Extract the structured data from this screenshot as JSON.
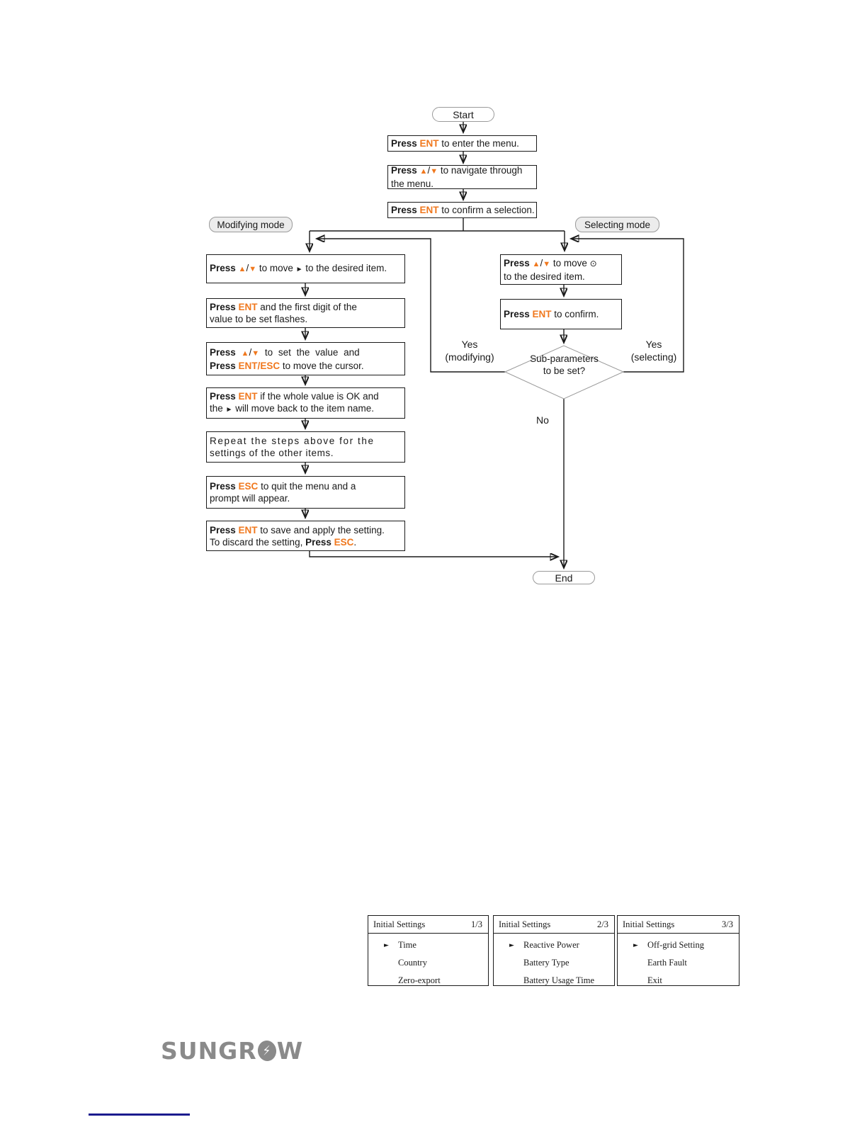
{
  "palette": {
    "accent_orange": "#F0781E",
    "line_black": "#1a1a1a",
    "logo_gray": "#8A8A8A",
    "footer_line_blue": "#1b1b8e"
  },
  "icons": {
    "selection_pointer": "►",
    "lightning_bolt": "⚡"
  },
  "flowchart": {
    "start_label": "Start",
    "end_label": "End",
    "modifying_mode_label": "Modifying mode",
    "selecting_mode_label": "Selecting mode",
    "decision": {
      "line1": "Sub-parameters",
      "line2": "to be set?"
    },
    "branch_labels": {
      "yes_modifying_line1": "Yes",
      "yes_modifying_line2": "(modifying)",
      "yes_selecting_line1": "Yes",
      "yes_selecting_line2": "(selecting)",
      "no": "No"
    },
    "rich": {
      "top1": [
        {
          "segs": [
            {
              "t": "Press ",
              "s": "b"
            },
            {
              "t": "ENT",
              "s": "o"
            },
            {
              "t": " to enter the menu.",
              "s": "n"
            }
          ]
        }
      ],
      "top2": [
        {
          "segs": [
            {
              "t": "Press ",
              "s": "b"
            },
            {
              "t": "▲",
              "s": "tri"
            },
            {
              "t": "/",
              "s": "n"
            },
            {
              "t": "▼",
              "s": "tri"
            },
            {
              "t": " to navigate through",
              "s": "n"
            }
          ]
        },
        {
          "segs": [
            {
              "t": "the menu.",
              "s": "n"
            }
          ]
        }
      ],
      "top3": [
        {
          "segs": [
            {
              "t": "Press ",
              "s": "b"
            },
            {
              "t": "ENT",
              "s": "o"
            },
            {
              "t": " to confirm a selection.",
              "s": "n"
            }
          ]
        }
      ],
      "l1": [
        {
          "segs": [
            {
              "t": "Press ",
              "s": "b"
            },
            {
              "t": "▲",
              "s": "tri"
            },
            {
              "t": "/",
              "s": "n"
            },
            {
              "t": "▼",
              "s": "tri"
            },
            {
              "t": " to move ",
              "s": "n"
            },
            {
              "t": "►",
              "s": "ptr"
            },
            {
              "t": " to the desired item.",
              "s": "n"
            }
          ]
        }
      ],
      "l2": [
        {
          "segs": [
            {
              "t": "Press ",
              "s": "b"
            },
            {
              "t": "ENT",
              "s": "o"
            },
            {
              "t": " and the first digit of the",
              "s": "n"
            }
          ]
        },
        {
          "segs": [
            {
              "t": "value to be set flashes.",
              "s": "n"
            }
          ]
        }
      ],
      "l3": [
        {
          "cls": "sp1",
          "segs": [
            {
              "t": "Press ",
              "s": "b"
            },
            {
              "t": "▲",
              "s": "tri"
            },
            {
              "t": "/",
              "s": "n"
            },
            {
              "t": "▼",
              "s": "tri"
            },
            {
              "t": " to set the value and",
              "s": "n"
            }
          ]
        },
        {
          "segs": [
            {
              "t": "Press ",
              "s": "b"
            },
            {
              "t": "ENT",
              "s": "o"
            },
            {
              "t": "/",
              "s": "o"
            },
            {
              "t": "ESC",
              "s": "o"
            },
            {
              "t": " to move the cursor.",
              "s": "n"
            }
          ]
        }
      ],
      "l4": [
        {
          "segs": [
            {
              "t": "Press ",
              "s": "b"
            },
            {
              "t": "ENT",
              "s": "o"
            },
            {
              "t": " if the whole value is OK and",
              "s": "n"
            }
          ]
        },
        {
          "segs": [
            {
              "t": "the ",
              "s": "n"
            },
            {
              "t": "►",
              "s": "ptr"
            },
            {
              "t": " will move back to the item name.",
              "s": "n"
            }
          ]
        }
      ],
      "l5": [
        {
          "cls": "sp2",
          "segs": [
            {
              "t": "Repeat the steps above for the",
              "s": "n"
            }
          ]
        },
        {
          "cls": "sp3",
          "segs": [
            {
              "t": "settings of the other items.",
              "s": "n"
            }
          ]
        }
      ],
      "l6": [
        {
          "segs": [
            {
              "t": "Press ",
              "s": "b"
            },
            {
              "t": "ESC",
              "s": "o"
            },
            {
              "t": " to quit the menu and a",
              "s": "n"
            }
          ]
        },
        {
          "segs": [
            {
              "t": "prompt will appear.",
              "s": "n"
            }
          ]
        }
      ],
      "l7": [
        {
          "segs": [
            {
              "t": "Press ",
              "s": "b"
            },
            {
              "t": "ENT",
              "s": "o"
            },
            {
              "t": " to save and apply the setting.",
              "s": "n"
            }
          ]
        },
        {
          "segs": [
            {
              "t": "To discard the setting, ",
              "s": "n"
            },
            {
              "t": "Press ",
              "s": "b"
            },
            {
              "t": "ESC",
              "s": "o"
            },
            {
              "t": ".",
              "s": "n"
            }
          ]
        }
      ],
      "r1": [
        {
          "segs": [
            {
              "t": "Press ",
              "s": "b"
            },
            {
              "t": "▲",
              "s": "tri"
            },
            {
              "t": "/",
              "s": "n"
            },
            {
              "t": "▼",
              "s": "tri"
            },
            {
              "t": " to move ",
              "s": "n"
            },
            {
              "t": "⊙",
              "s": "radio"
            }
          ]
        },
        {
          "segs": [
            {
              "t": "to the desired item.",
              "s": "n"
            }
          ]
        }
      ],
      "r2": [
        {
          "segs": [
            {
              "t": "Press ",
              "s": "b"
            },
            {
              "t": "ENT",
              "s": "o"
            },
            {
              "t": " to confirm.",
              "s": "n"
            }
          ]
        }
      ]
    }
  },
  "screens": [
    {
      "title": "Initial Settings",
      "page": "1/3",
      "items": [
        {
          "label": "Time",
          "selected": true
        },
        {
          "label": "Country",
          "selected": false
        },
        {
          "label": "Zero-export",
          "selected": false
        }
      ]
    },
    {
      "title": "Initial Settings",
      "page": "2/3",
      "items": [
        {
          "label": "Reactive Power",
          "selected": true
        },
        {
          "label": "Battery Type",
          "selected": false
        },
        {
          "label": "Battery Usage Time",
          "selected": false
        }
      ]
    },
    {
      "title": "Initial Settings",
      "page": "3/3",
      "items": [
        {
          "label": "Off-grid Setting",
          "selected": true
        },
        {
          "label": "Earth Fault",
          "selected": false
        },
        {
          "label": "Exit",
          "selected": false
        }
      ]
    }
  ],
  "logo": {
    "text_left": "SUNGR",
    "text_right": "W"
  }
}
